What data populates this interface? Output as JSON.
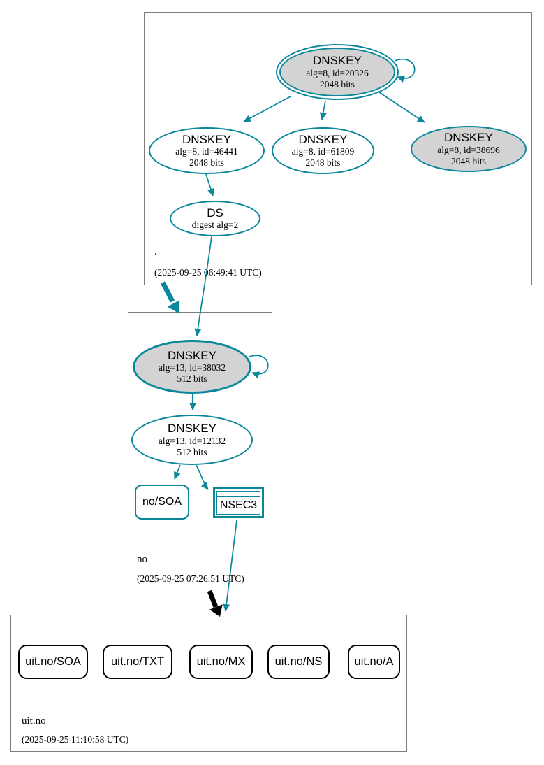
{
  "diagram": {
    "type": "dnssec-authentication-chain",
    "colors": {
      "secure_teal": "#0a879a",
      "node_fill_gray": "#d3d3d3",
      "node_fill_white": "#ffffff",
      "zone_border_gray": "#7d7d7d",
      "insecure_black": "#000000"
    },
    "zones": {
      "root": {
        "name": ".",
        "timestamp": "(2025-09-25 06:49:41 UTC)"
      },
      "no": {
        "name": "no",
        "timestamp": "(2025-09-25 07:26:51 UTC)"
      },
      "uit_no": {
        "name": "uit.no",
        "timestamp": "(2025-09-25 11:10:58 UTC)"
      }
    },
    "nodes": {
      "root_ksk": {
        "title": "DNSKEY",
        "detail": "alg=8, id=20326",
        "bits": "2048 bits"
      },
      "root_key_46441": {
        "title": "DNSKEY",
        "detail": "alg=8, id=46441",
        "bits": "2048 bits"
      },
      "root_key_61809": {
        "title": "DNSKEY",
        "detail": "alg=8, id=61809",
        "bits": "2048 bits"
      },
      "root_key_38696": {
        "title": "DNSKEY",
        "detail": "alg=8, id=38696",
        "bits": "2048 bits"
      },
      "ds": {
        "title": "DS",
        "detail": "digest alg=2"
      },
      "no_ksk": {
        "title": "DNSKEY",
        "detail": "alg=13, id=38032",
        "bits": "512 bits"
      },
      "no_zsk": {
        "title": "DNSKEY",
        "detail": "alg=13, id=12132",
        "bits": "512 bits"
      },
      "no_soa": {
        "label": "no/SOA"
      },
      "nsec3": {
        "label": "NSEC3"
      },
      "uit_soa": {
        "label": "uit.no/SOA"
      },
      "uit_txt": {
        "label": "uit.no/TXT"
      },
      "uit_mx": {
        "label": "uit.no/MX"
      },
      "uit_ns": {
        "label": "uit.no/NS"
      },
      "uit_a": {
        "label": "uit.no/A"
      }
    }
  }
}
